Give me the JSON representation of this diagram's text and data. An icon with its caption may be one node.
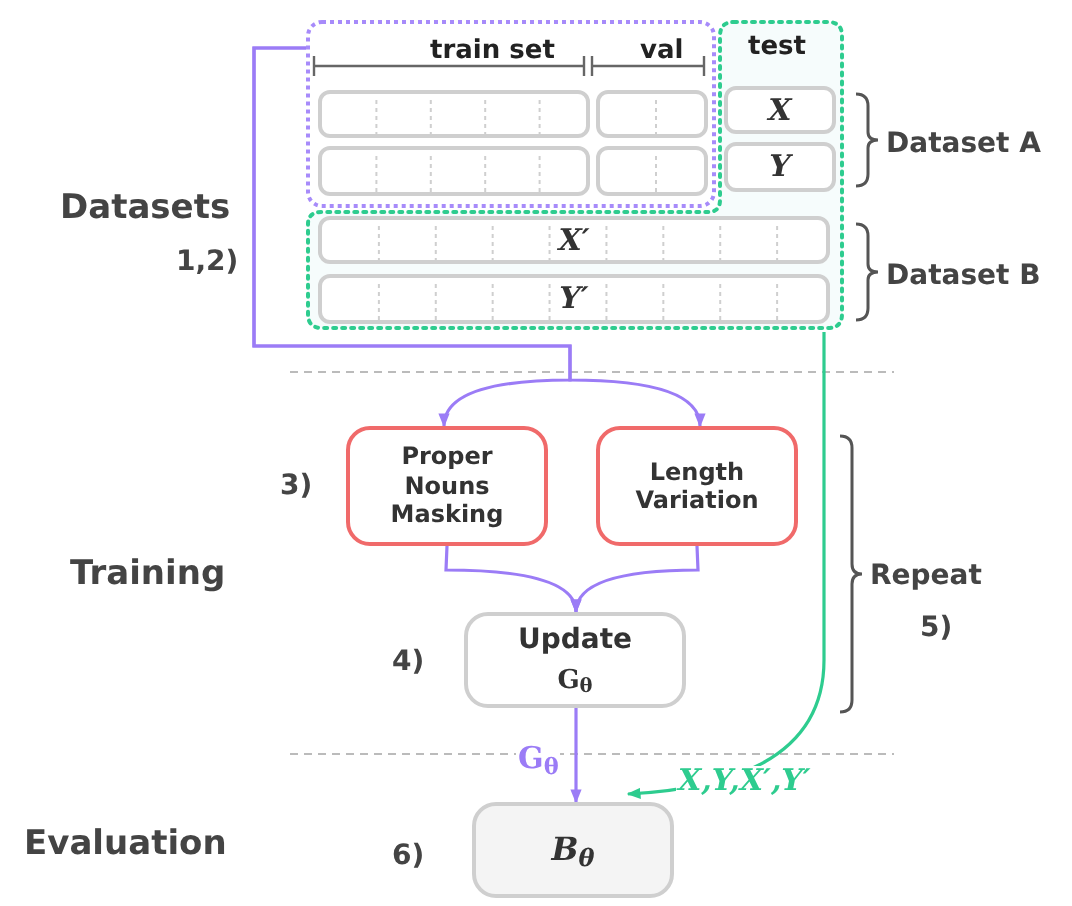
{
  "diagram": {
    "nodes": [
      {
        "text": [
          "train set",
          "val"
        ]
      },
      {
        "text": [],
        "shape": "box",
        "in": 0
      },
      {
        "text": [],
        "shape": "box",
        "in": 0
      },
      {
        "text": [],
        "shape": "box",
        "in": 0
      },
      {
        "text": [],
        "shape": "box",
        "in": 0
      },
      {
        "text": [
          "test"
        ]
      },
      {
        "text": [
          "X"
        ],
        "in": 5
      },
      {
        "text": [
          "Y"
        ],
        "in": 5
      },
      {
        "text": [
          "X′"
        ],
        "in": 5
      },
      {
        "text": [
          "Y′"
        ],
        "in": 5
      },
      {
        "text": [
          "Proper Nouns Masking"
        ]
      },
      {
        "text": [
          "Length Variation"
        ]
      },
      {
        "text": [
          "Update",
          "G$_{θ}$"
        ]
      },
      {
        "text": [
          "B$_{θ}$"
        ]
      }
    ],
    "edges": [
      {
        "from": 0,
        "to": 10,
        "arrow": "to"
      },
      {
        "from": 0,
        "to": 11,
        "arrow": "to"
      },
      {
        "from": 10,
        "to": 12,
        "arrow": "to"
      },
      {
        "from": 11,
        "to": 12,
        "arrow": "to"
      },
      {
        "from": 12,
        "to": 13,
        "arrow": "to",
        "label": "G$_{θ}$"
      },
      {
        "from": 5,
        "to": 13,
        "arrow": "to",
        "label": "X,Y,X′,Y′",
        "color": "#2ecc8f"
      }
    ],
    "labels": [
      "Dataset A",
      "Datasets",
      "1,2)",
      "Dataset B",
      "3)",
      "Training",
      "Repeat",
      "4)",
      "5)",
      "Evaluation",
      "6)"
    ]
  }
}
